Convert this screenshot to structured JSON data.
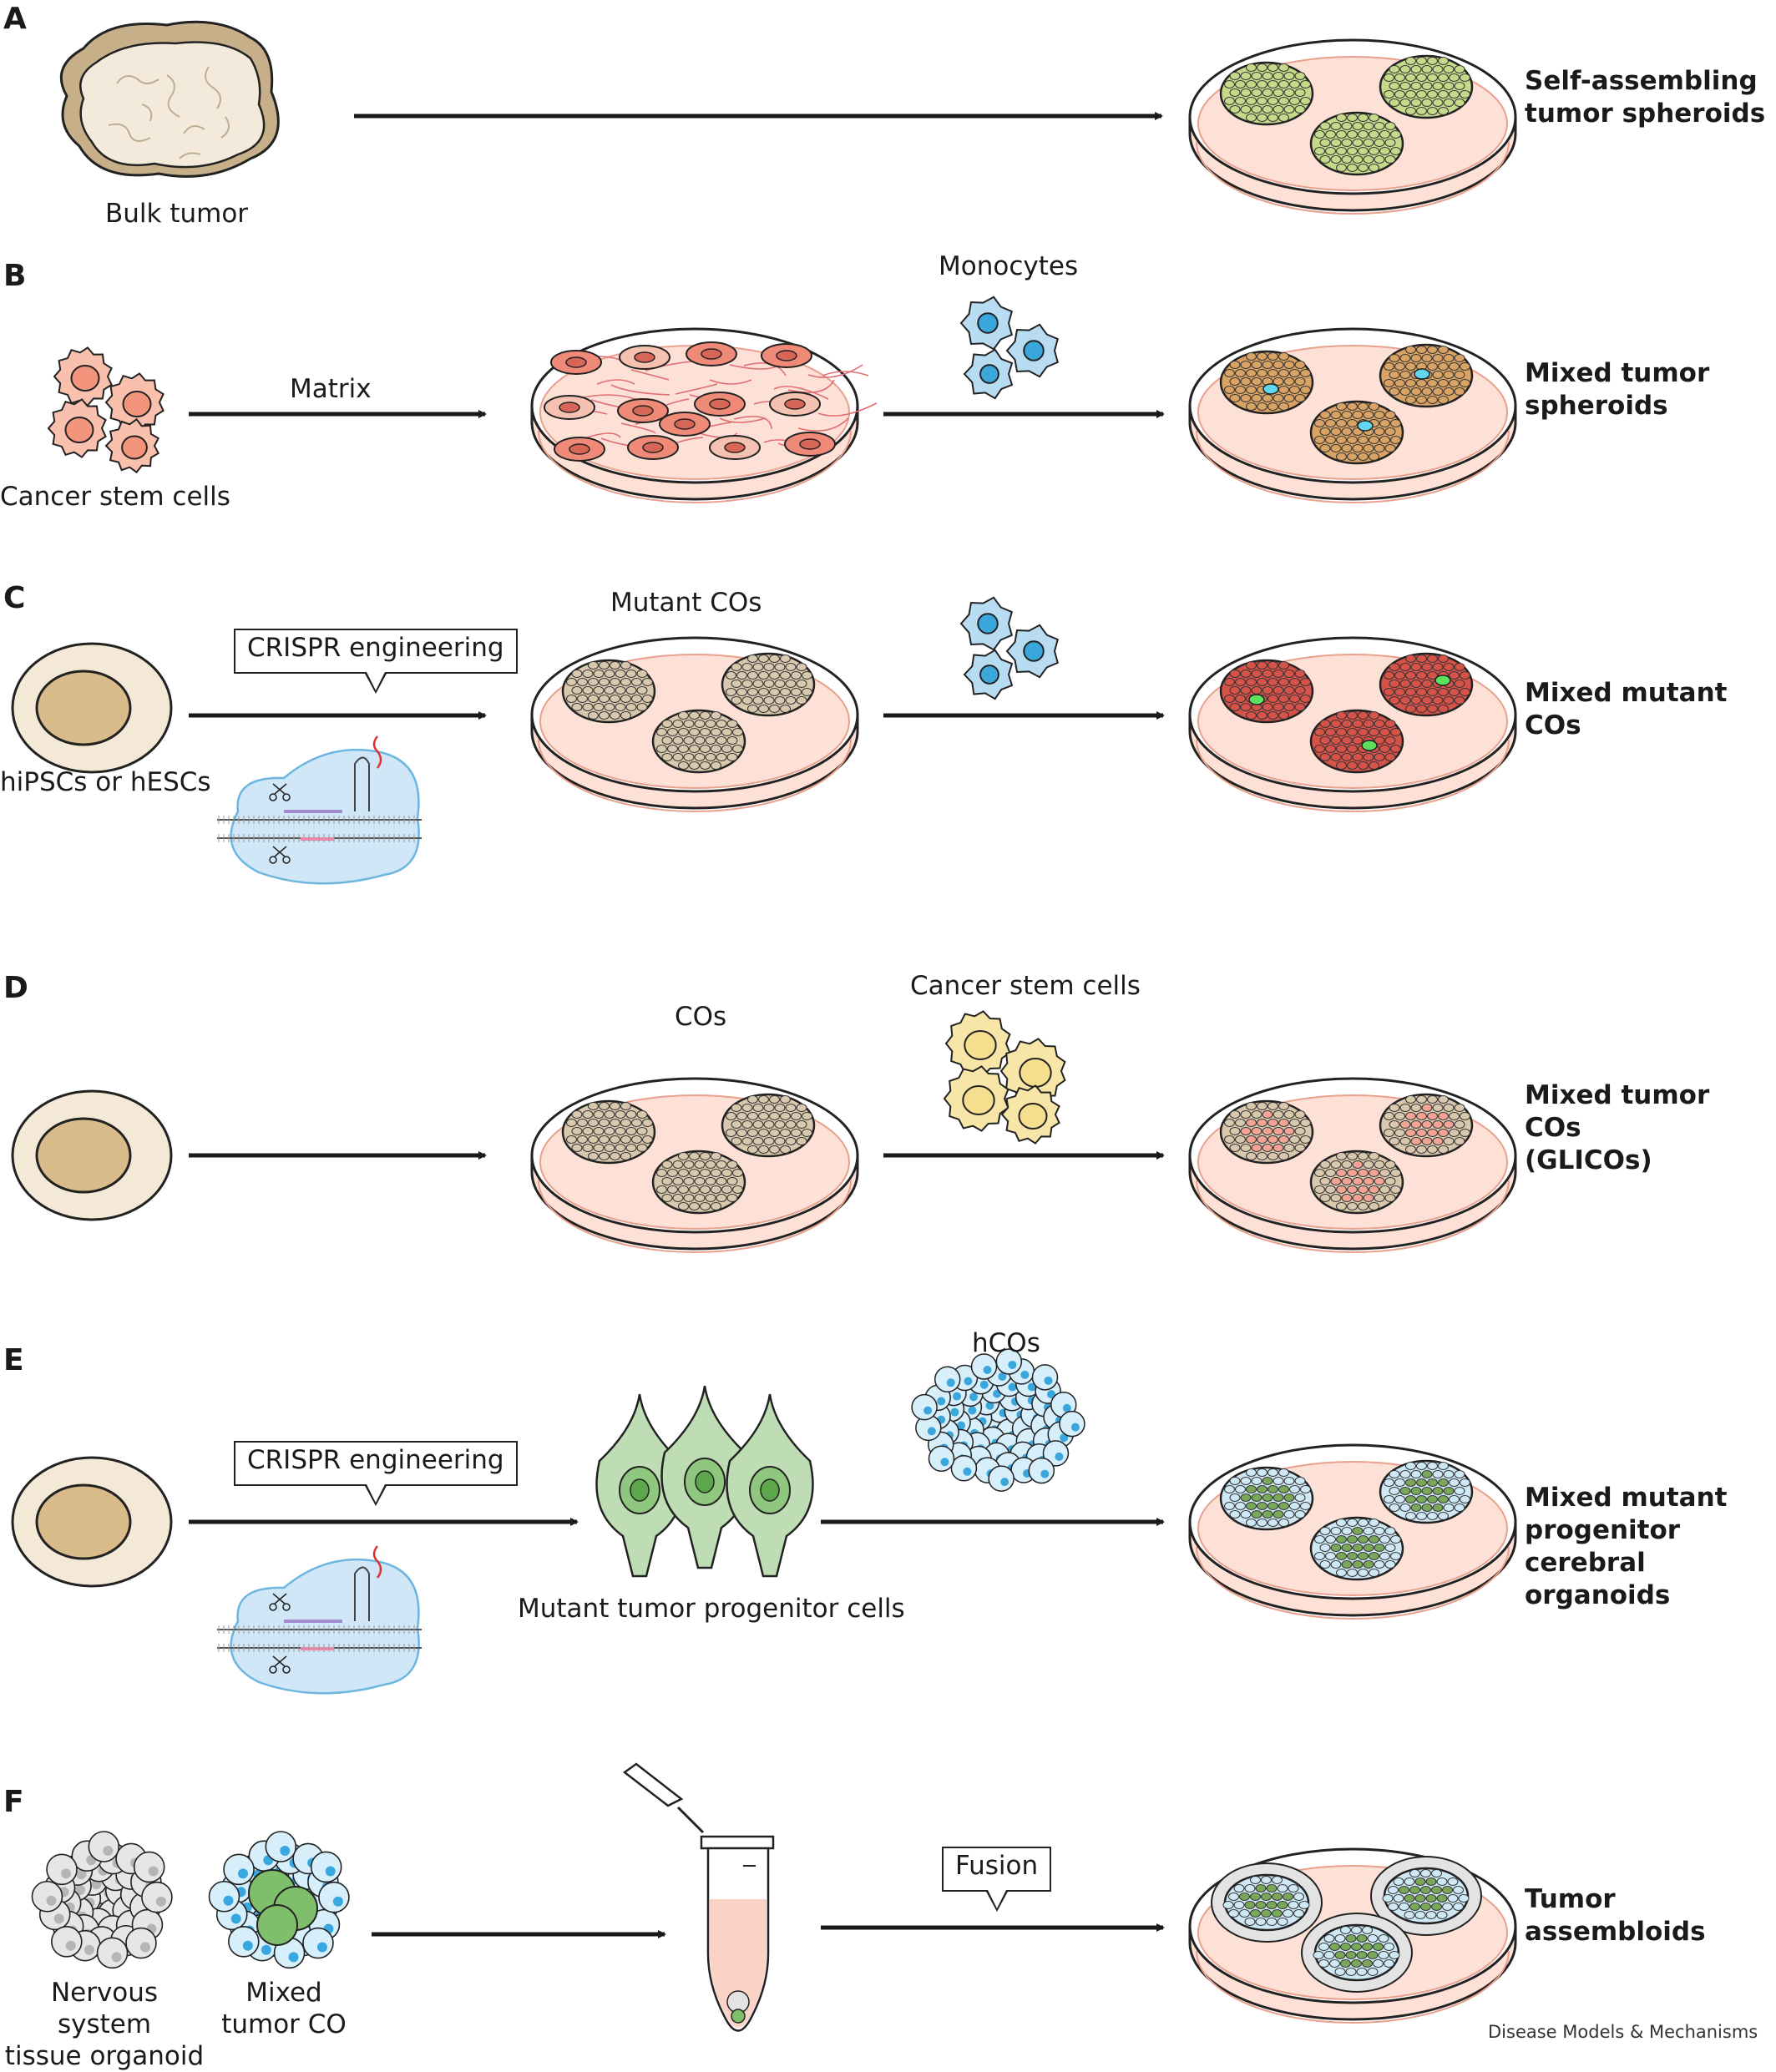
{
  "panels": {
    "a": {
      "letter": "A",
      "source": "Bulk tumor",
      "result": "Self-assembling\ntumor spheroids"
    },
    "b": {
      "letter": "B",
      "source": "Cancer stem cells",
      "step1": "Matrix",
      "added": "Monocytes",
      "result": "Mixed tumor\nspheroids"
    },
    "c": {
      "letter": "C",
      "source": "hiPSCs or hESCs",
      "step1": "CRISPR engineering",
      "intermediate": "Mutant COs",
      "result": "Mixed mutant\nCOs"
    },
    "d": {
      "letter": "D",
      "intermediate": "COs",
      "added": "Cancer stem cells",
      "result": "Mixed tumor\nCOs\n(GLICOs)"
    },
    "e": {
      "letter": "E",
      "step1": "CRISPR engineering",
      "intermediate": "Mutant tumor progenitor cells",
      "added": "hCOs",
      "result": "Mixed mutant\nprogenitor cerebral\norganoids"
    },
    "f": {
      "letter": "F",
      "source1": "Nervous system\ntissue organoid",
      "source2": "Mixed\ntumor CO",
      "step": "Fusion",
      "result": "Tumor\nassembloids"
    }
  },
  "credit": "Disease Models & Mechanisms",
  "colors": {
    "dish_fill": "#fde0d6",
    "dish_edge": "#e9a08d",
    "green_organoid": "#c6d98b",
    "mixed_organoid": "#d8a365",
    "mutant_organoid": "#d6534a",
    "neutral_organoid": "#d8c8ae",
    "cancer_stem_cell": "#f2957c",
    "monocyte": "#b8dcf2",
    "monocyte_nucleus": "#3aa6dc",
    "yellow_stem_cell": "#f5df8e",
    "stem_cell_body": "#f4e9d6",
    "stem_cell_nucleus": "#d9bb8a",
    "progenitor_cell": "#bfddb4",
    "tumor_patch": "#7aa85a"
  }
}
